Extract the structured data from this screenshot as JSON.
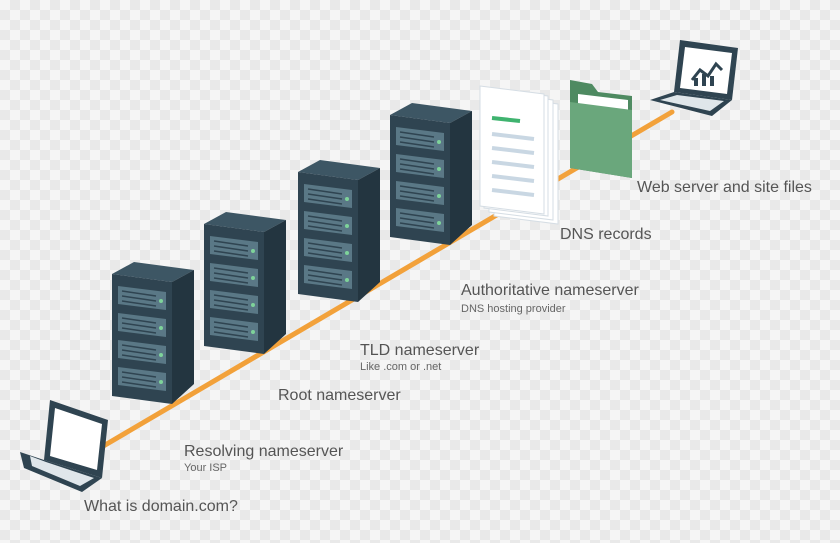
{
  "colors": {
    "connection": "#f2a13a",
    "server_front": "#2f4451",
    "server_side": "#233540",
    "server_top": "#3d5664",
    "server_panel": "#5a7886",
    "server_light": "#7ed39a",
    "folder": "#6aa77c",
    "folder_dark": "#4e8a61",
    "doc_accent": "#3fb36f",
    "doc_line": "#c9d7e3",
    "laptop_body": "#2f4451",
    "laptop_screen": "#ffffff",
    "label_text": "#555555",
    "sublabel_text": "#666666"
  },
  "nodes": {
    "client": {
      "label": "What is domain.com?",
      "icon": "laptop-icon"
    },
    "resolver": {
      "label": "Resolving nameserver",
      "sublabel": "Your ISP",
      "icon": "server-icon"
    },
    "root": {
      "label": "Root nameserver",
      "icon": "server-icon"
    },
    "tld": {
      "label": "TLD nameserver",
      "sublabel": "Like .com or .net",
      "icon": "server-icon"
    },
    "authoritative": {
      "label": "Authoritative nameserver",
      "sublabel": "DNS hosting provider",
      "icon": "server-icon"
    },
    "records": {
      "label": "DNS records",
      "icon": "document-stack-icon"
    },
    "webserver": {
      "label": "Web server and site files",
      "icon": "folder-icon"
    },
    "webserver_laptop": {
      "icon": "laptop-chart-icon"
    }
  }
}
